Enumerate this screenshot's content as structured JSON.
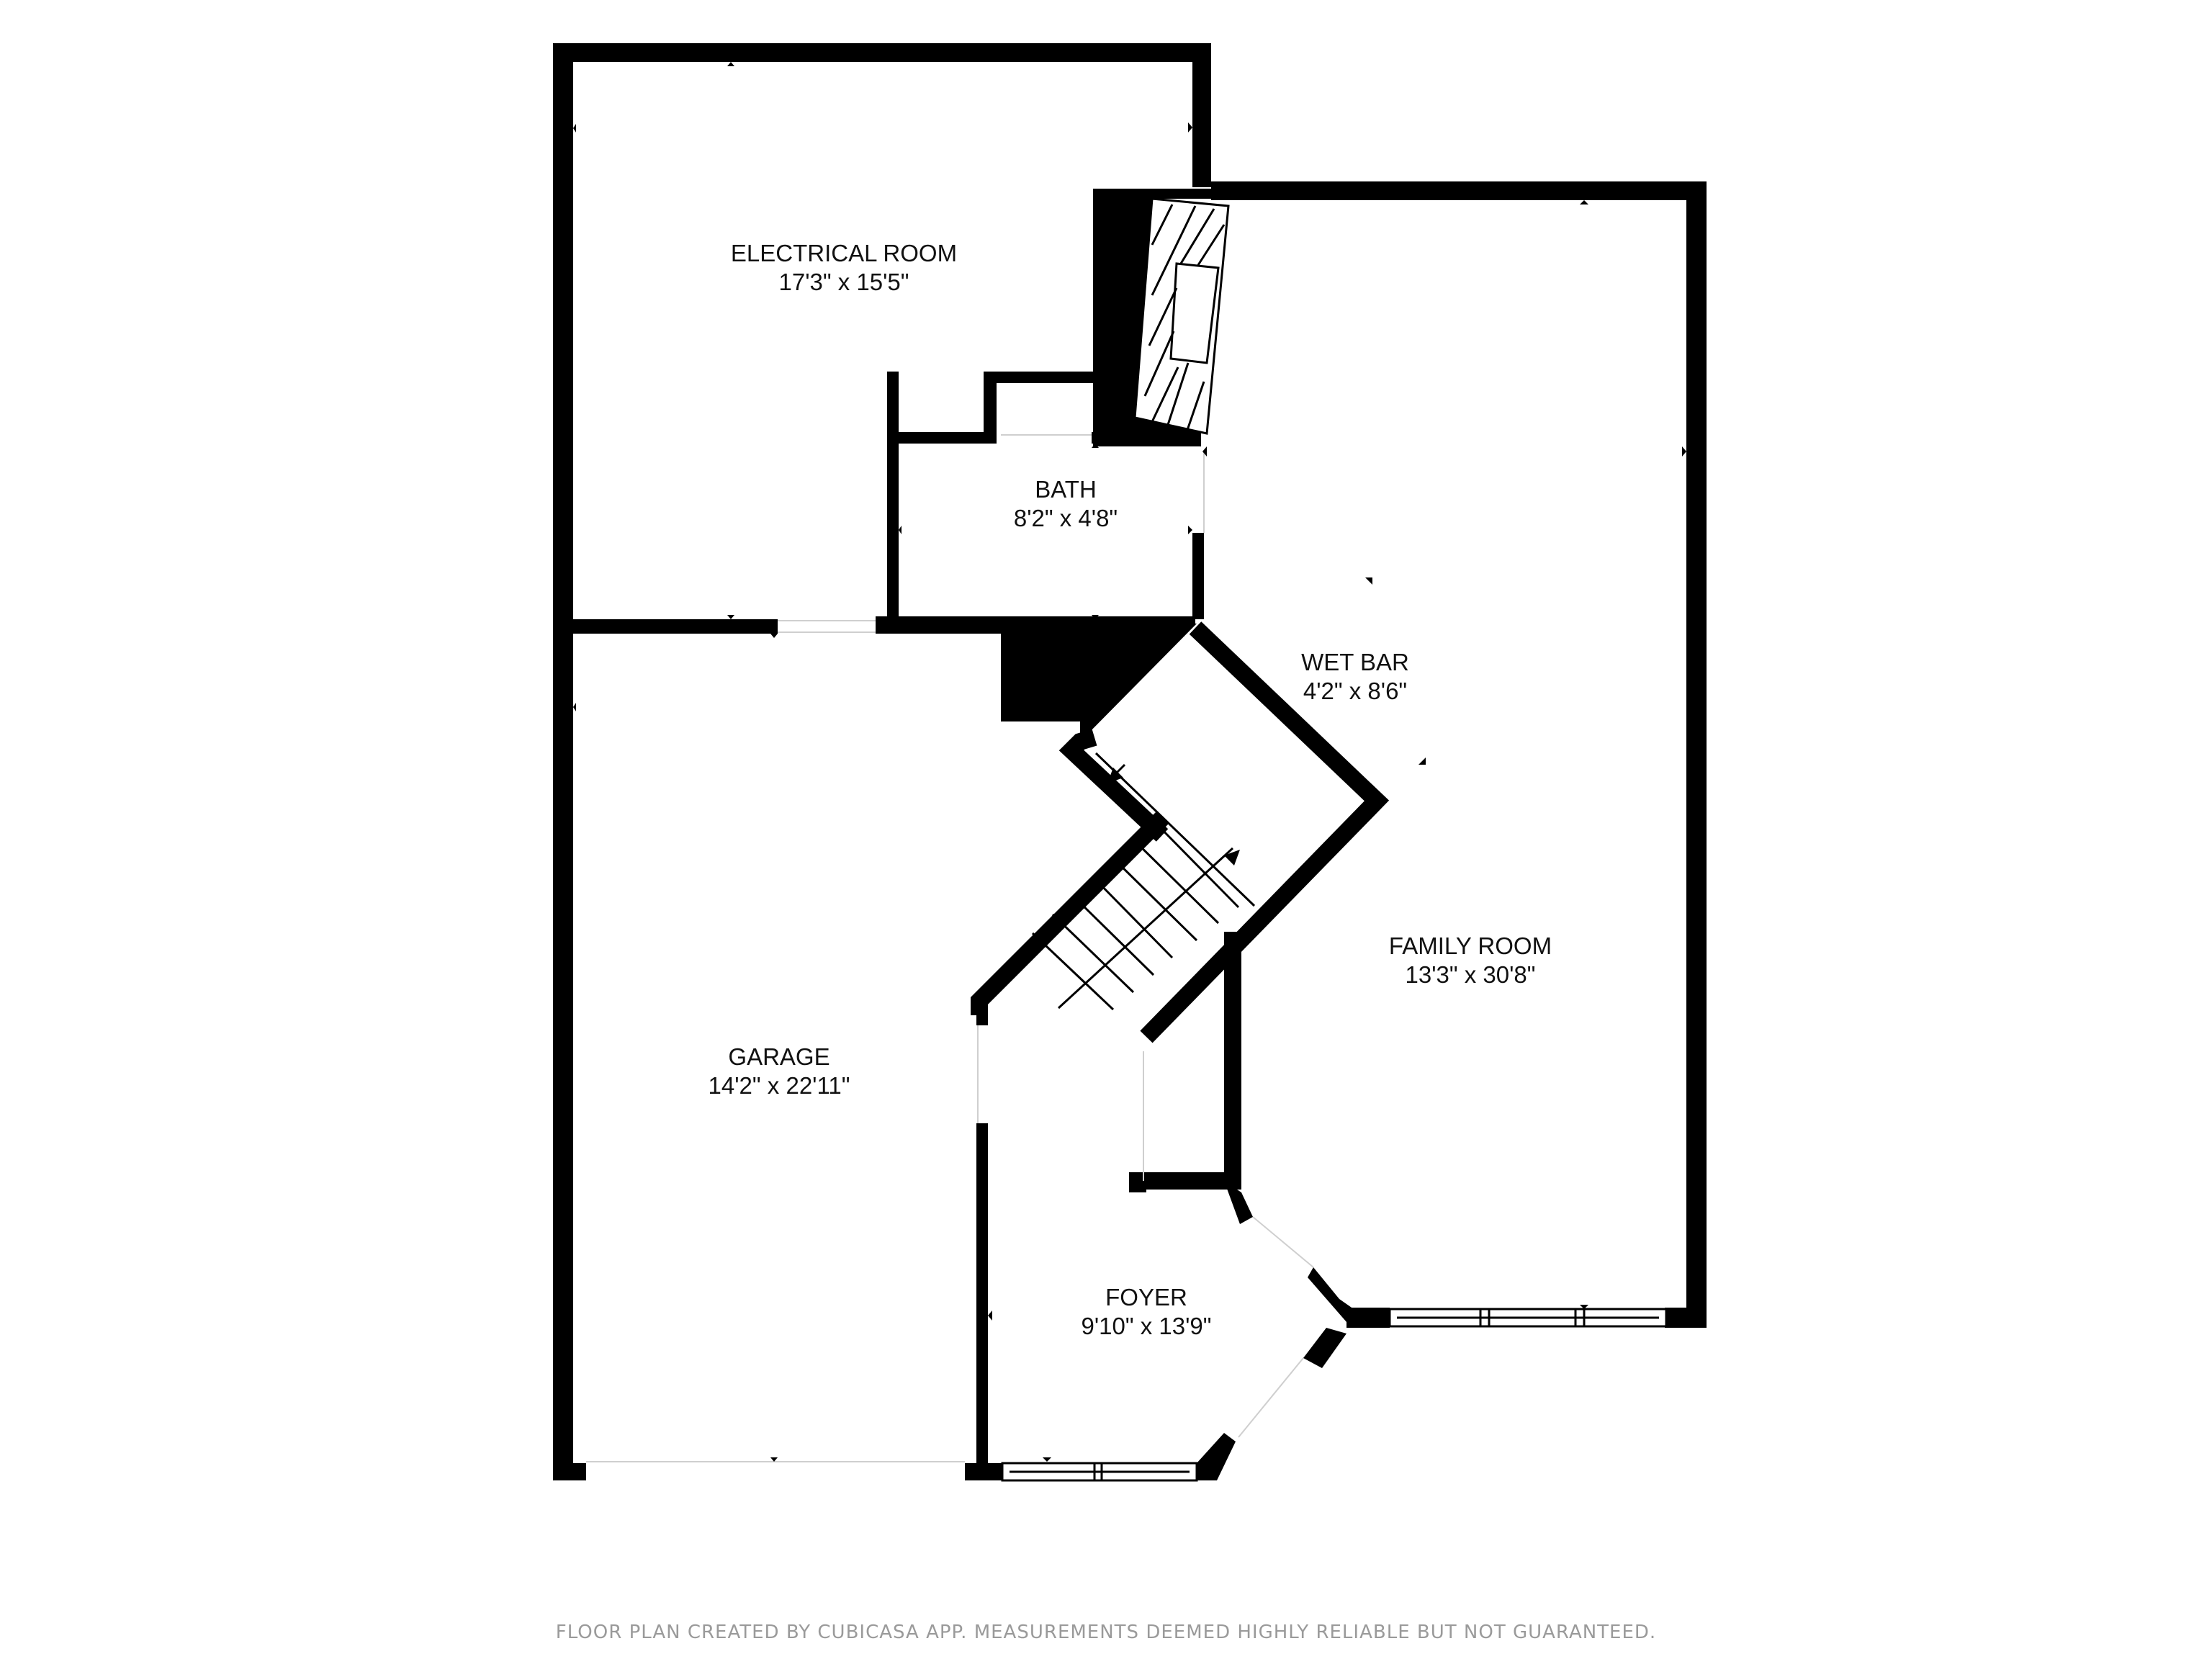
{
  "floor_plan": {
    "rooms": [
      {
        "id": "electrical-room",
        "name": "ELECTRICAL ROOM",
        "dims": "17'3\" x 15'5\""
      },
      {
        "id": "bath",
        "name": "BATH",
        "dims": "8'2\" x 4'8\""
      },
      {
        "id": "wet-bar",
        "name": "WET BAR",
        "dims": "4'2\" x 8'6\""
      },
      {
        "id": "family-room",
        "name": "FAMILY ROOM",
        "dims": "13'3\" x 30'8\""
      },
      {
        "id": "garage",
        "name": "GARAGE",
        "dims": "14'2\" x 22'11\""
      },
      {
        "id": "foyer",
        "name": "FOYER",
        "dims": "9'10\" x 13'9\""
      }
    ],
    "features": [
      "fireplace",
      "stairs",
      "windows",
      "doors"
    ],
    "colors": {
      "wall": "#000000",
      "background": "#ffffff",
      "footer_text": "#9a9a9a"
    }
  },
  "footer": {
    "disclaimer": "FLOOR PLAN CREATED BY CUBICASA APP. MEASUREMENTS DEEMED HIGHLY RELIABLE BUT NOT GUARANTEED."
  }
}
